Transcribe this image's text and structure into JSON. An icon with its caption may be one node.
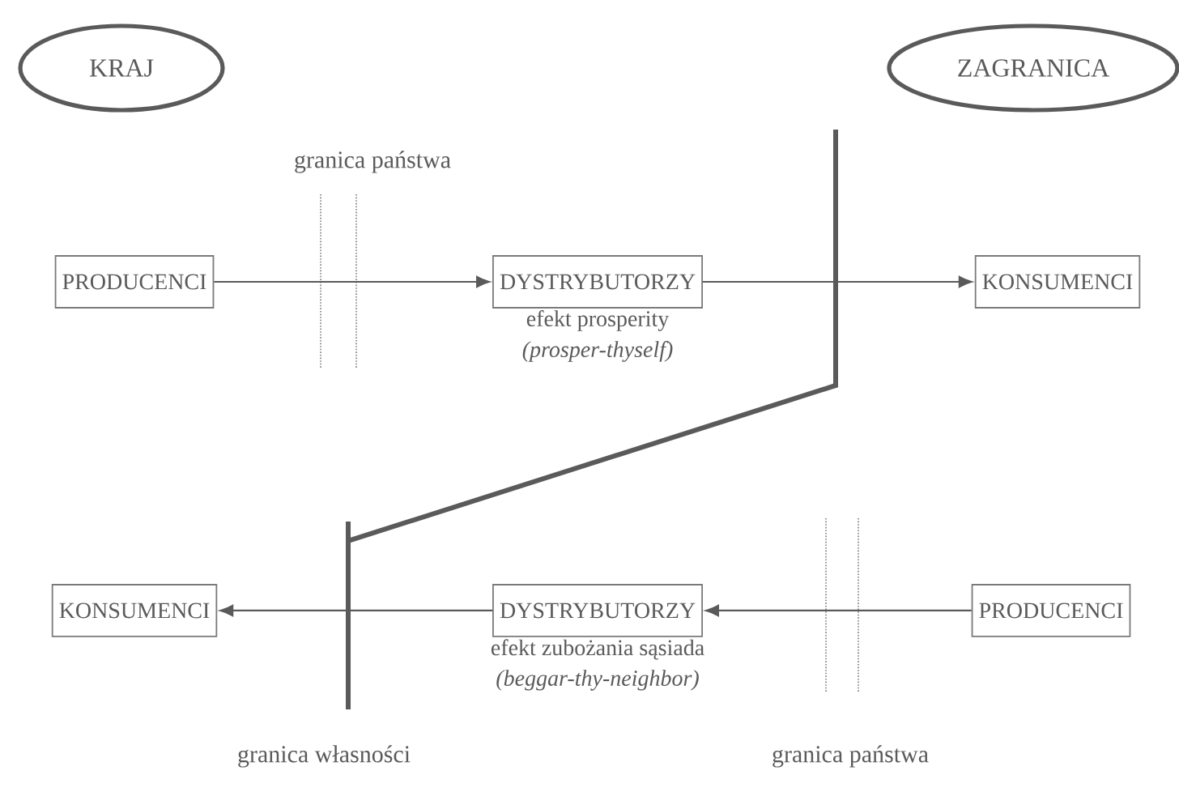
{
  "diagram": {
    "nodes": [
      {
        "text": [
          "KRAJ"
        ]
      },
      {
        "text": [
          "ZAGRANICA"
        ]
      },
      {
        "text": [
          "PRODUCENCI"
        ]
      },
      {
        "text": [
          "DYSTRYBUTORZY"
        ],
        "beside": [
          "efekt prosperity",
          "(prosper-thyself)"
        ]
      },
      {
        "text": [
          "KONSUMENCI"
        ]
      },
      {
        "text": [
          "KONSUMENCI"
        ]
      },
      {
        "text": [
          "DYSTRYBUTORZY"
        ],
        "beside": [
          "efekt zubożania sąsiada",
          "(beggar-thy-neighbor)"
        ]
      },
      {
        "text": [
          "PRODUCENCI"
        ]
      }
    ],
    "edges": [
      {
        "from": 2,
        "to": 3,
        "arrow": "to"
      },
      {
        "from": 3,
        "to": 4,
        "arrow": "to"
      },
      {
        "from": 7,
        "to": 6,
        "arrow": "to"
      },
      {
        "from": 6,
        "to": 5,
        "arrow": "to"
      }
    ],
    "labels": [
      "granica państwa",
      "granica własności",
      "granica państwa"
    ]
  }
}
